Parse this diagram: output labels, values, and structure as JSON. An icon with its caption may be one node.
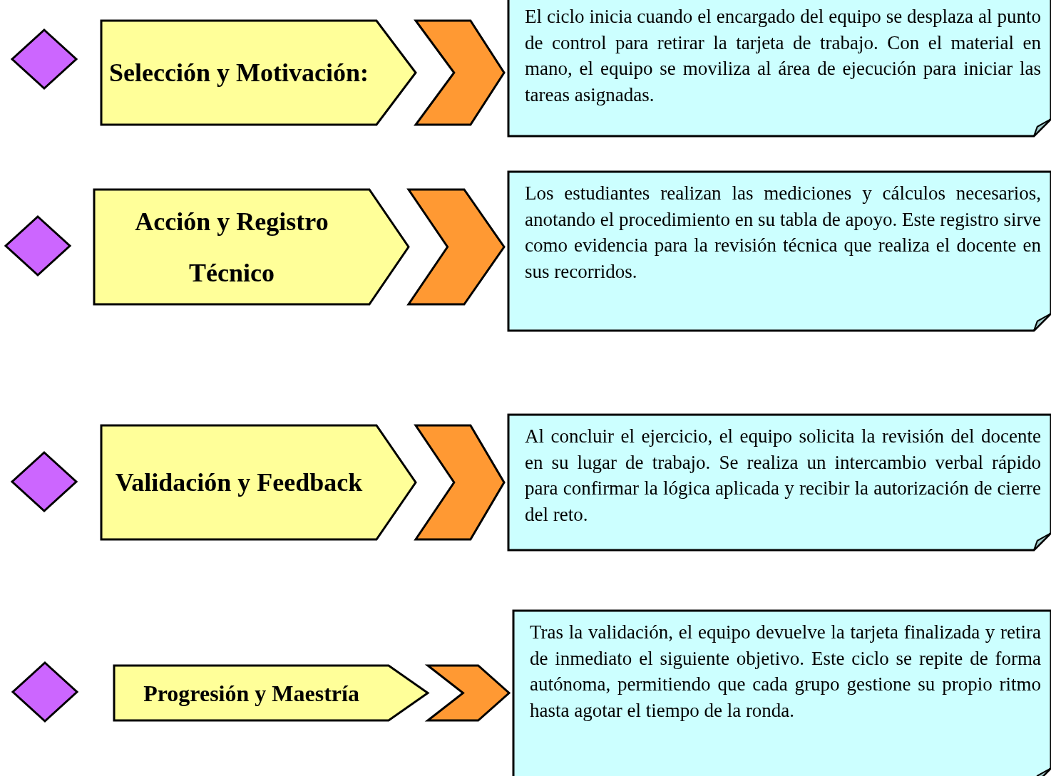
{
  "diagram": {
    "nodes": [
      {
        "text": [],
        "shape": "diamond"
      },
      {
        "text": [
          "Selección y Motivación:"
        ]
      },
      {
        "text": [
          "El ciclo inicia cuando el encargado del equipo se desplaza al punto de control para retirar la tarjeta de trabajo. Con el material en mano, el equipo se moviliza al área de ejecución para iniciar las tareas asignadas."
        ]
      },
      {
        "text": [],
        "shape": "diamond"
      },
      {
        "text": [
          "Acción y Registro Técnico"
        ]
      },
      {
        "text": [
          "Los estudiantes realizan las mediciones y cálculos necesarios, anotando el procedimiento en su tabla de apoyo. Este registro sirve como evidencia para la revisión técnica que realiza el docente en sus recorridos."
        ]
      },
      {
        "text": [],
        "shape": "diamond"
      },
      {
        "text": [
          "Validación y Feedback"
        ]
      },
      {
        "text": [
          "Al concluir el ejercicio, el equipo solicita la revisión del docente en su lugar de trabajo. Se realiza un intercambio verbal rápido para confirmar la lógica aplicada y recibir la autorización de cierre del reto."
        ]
      },
      {
        "text": [],
        "shape": "diamond"
      },
      {
        "text": [
          "Progresión y Maestría"
        ]
      },
      {
        "text": [
          "Tras la validación, el equipo devuelve la tarjeta finalizada y retira de inmediato el siguiente objetivo. Este ciclo se repite de forma autónoma, permitiendo que cada grupo gestione su propio ritmo hasta agotar el tiempo de la ronda."
        ]
      }
    ],
    "edges": [
      {
        "from": 1,
        "to": 2,
        "arrow": "to"
      },
      {
        "from": 4,
        "to": 5,
        "arrow": "to"
      },
      {
        "from": 7,
        "to": 8,
        "arrow": "to"
      },
      {
        "from": 10,
        "to": 11,
        "arrow": "to"
      }
    ]
  }
}
